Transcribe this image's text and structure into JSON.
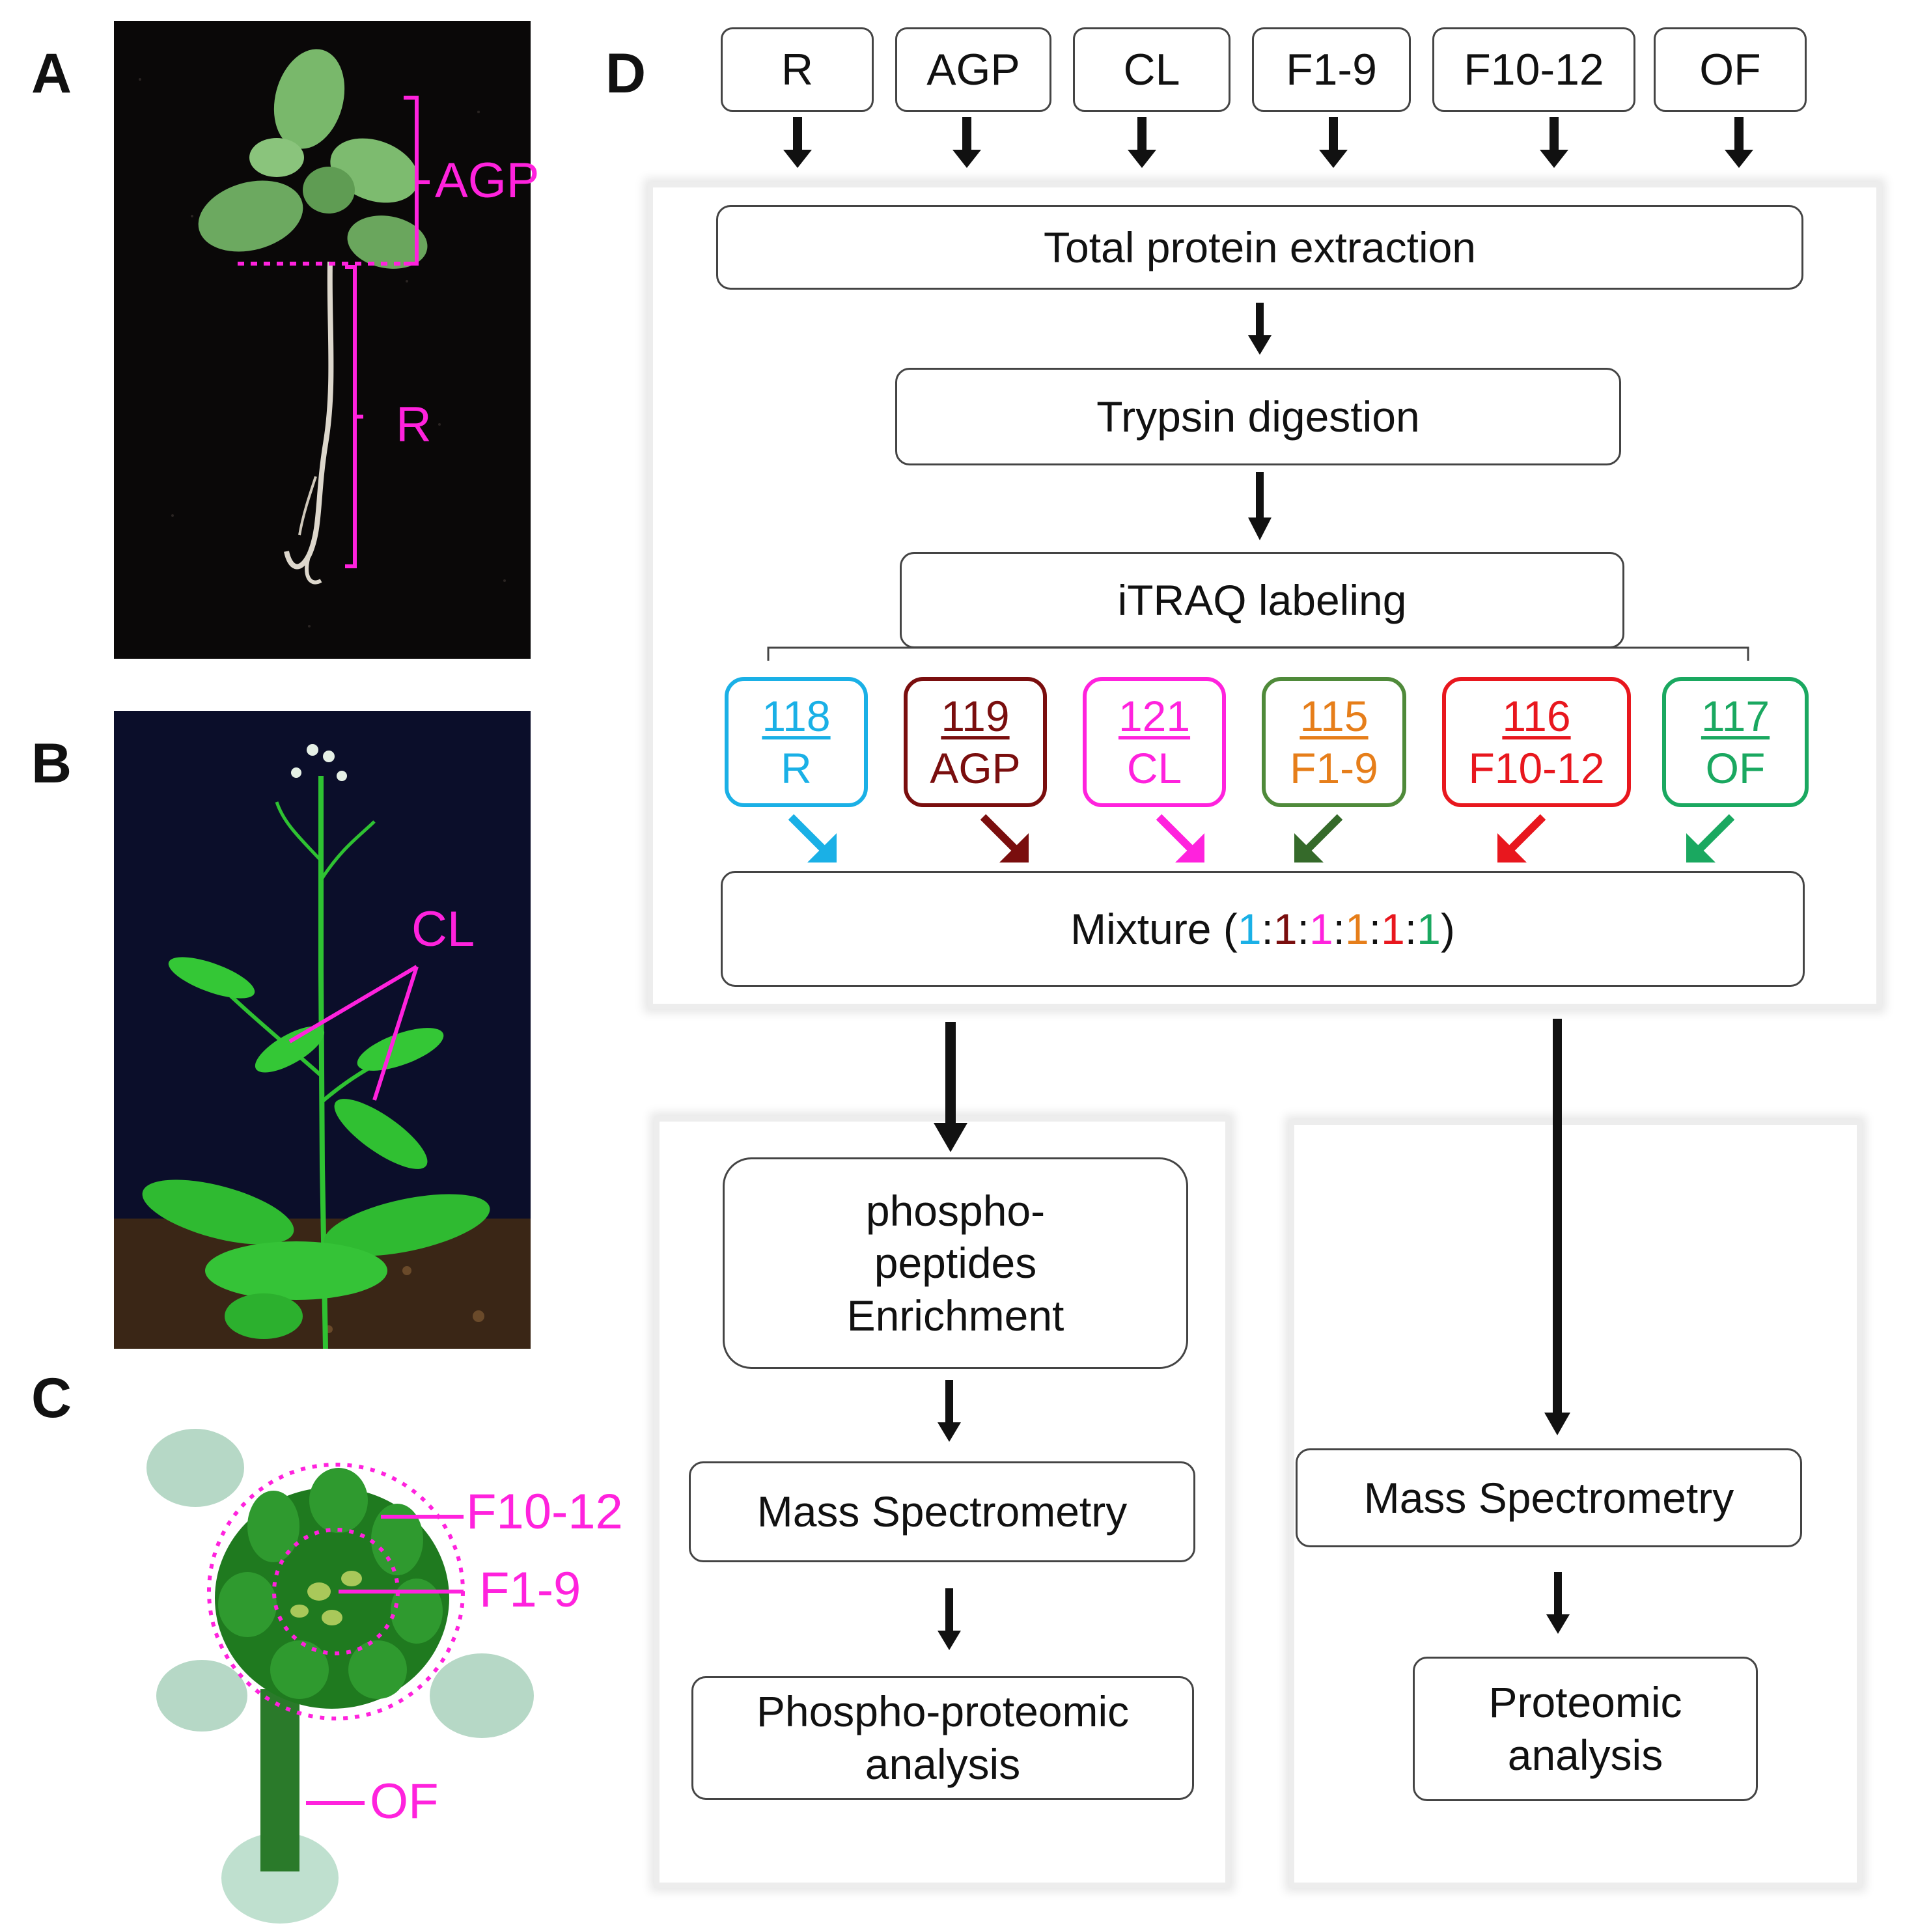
{
  "panels": {
    "a": {
      "letter": "A",
      "labels": {
        "agp": "AGP",
        "r": "R"
      }
    },
    "b": {
      "letter": "B",
      "labels": {
        "cl": "CL"
      }
    },
    "c": {
      "letter": "C",
      "labels": {
        "f10_12": "F10-12",
        "f1_9": "F1-9",
        "of": "OF"
      }
    },
    "d": {
      "letter": "D"
    }
  },
  "sources": [
    "R",
    "AGP",
    "CL",
    "F1-9",
    "F10-12",
    "OF"
  ],
  "steps": {
    "extraction": "Total protein extraction",
    "digestion": "Trypsin digestion",
    "labeling": "iTRAQ labeling"
  },
  "tags": [
    {
      "num": "118",
      "label": "R",
      "color": "#1ab0e6"
    },
    {
      "num": "119",
      "label": "AGP",
      "color": "#7a0e0e"
    },
    {
      "num": "121",
      "label": "CL",
      "color": "#ff22dd"
    },
    {
      "num": "115",
      "label": "F1-9",
      "color": "#e67e1a",
      "border": "#4f8a3a"
    },
    {
      "num": "116",
      "label": "F10-12",
      "color": "#e8171e"
    },
    {
      "num": "117",
      "label": "OF",
      "color": "#1aa860"
    }
  ],
  "mixture": {
    "prefix": "Mixture (",
    "suffix": ")",
    "parts": [
      "1",
      ":",
      "1",
      ":",
      "1",
      ":",
      "1",
      ":",
      "1",
      ":",
      "1"
    ]
  },
  "left_branch": {
    "enrichment": [
      "phospho-",
      "peptides",
      "Enrichment"
    ],
    "ms": "Mass Spectrometry",
    "analysis": [
      "Phospho-proteomic",
      "analysis"
    ]
  },
  "right_branch": {
    "ms": "Mass Spectrometry",
    "analysis": [
      "Proteomic",
      "analysis"
    ]
  },
  "colors": {
    "label_magenta": "#ff22dd",
    "photo_bg_a": "#0a0808",
    "photo_bg_b": "#0b0e2a"
  }
}
